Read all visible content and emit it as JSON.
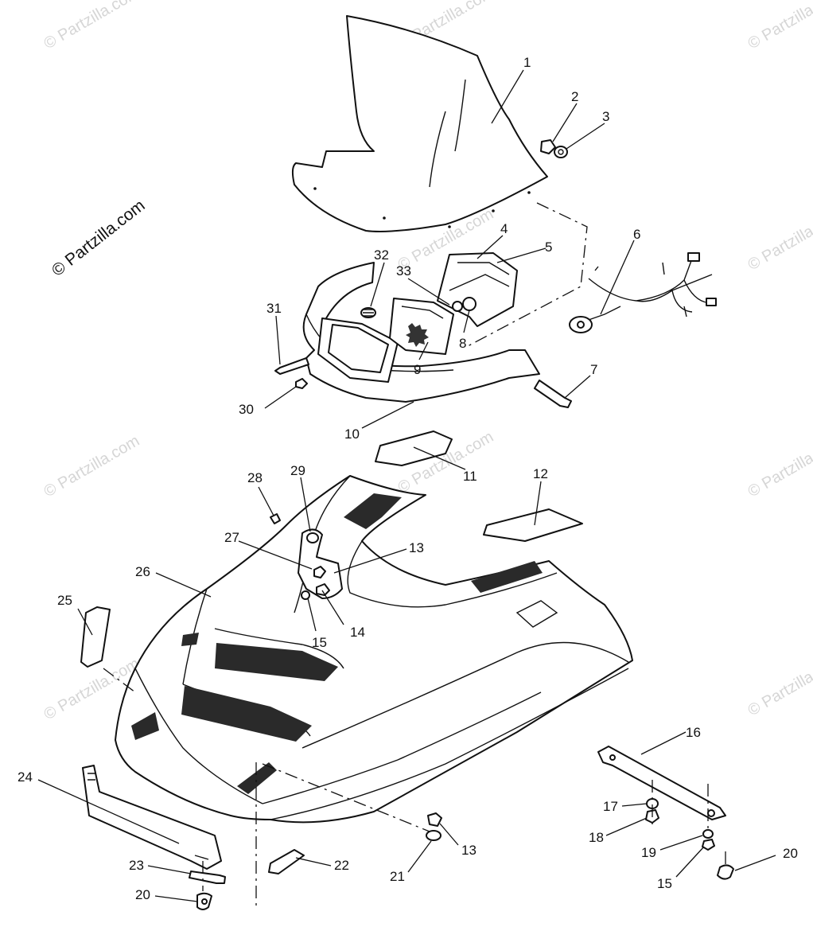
{
  "watermark": {
    "main": "© Partzilla.com",
    "tile": "© Partzilla.com"
  },
  "callouts": [
    {
      "id": "1",
      "label": "1"
    },
    {
      "id": "2",
      "label": "2"
    },
    {
      "id": "3",
      "label": "3"
    },
    {
      "id": "4",
      "label": "4"
    },
    {
      "id": "5",
      "label": "5"
    },
    {
      "id": "6",
      "label": "6"
    },
    {
      "id": "7",
      "label": "7"
    },
    {
      "id": "8",
      "label": "8"
    },
    {
      "id": "9",
      "label": "9"
    },
    {
      "id": "10",
      "label": "10"
    },
    {
      "id": "11",
      "label": "11"
    },
    {
      "id": "12",
      "label": "12"
    },
    {
      "id": "13a",
      "label": "13"
    },
    {
      "id": "13b",
      "label": "13"
    },
    {
      "id": "14",
      "label": "14"
    },
    {
      "id": "15a",
      "label": "15"
    },
    {
      "id": "15b",
      "label": "15"
    },
    {
      "id": "16",
      "label": "16"
    },
    {
      "id": "17",
      "label": "17"
    },
    {
      "id": "18",
      "label": "18"
    },
    {
      "id": "19",
      "label": "19"
    },
    {
      "id": "20a",
      "label": "20"
    },
    {
      "id": "20b",
      "label": "20"
    },
    {
      "id": "21",
      "label": "21"
    },
    {
      "id": "22",
      "label": "22"
    },
    {
      "id": "23",
      "label": "23"
    },
    {
      "id": "24",
      "label": "24"
    },
    {
      "id": "25",
      "label": "25"
    },
    {
      "id": "26",
      "label": "26"
    },
    {
      "id": "27",
      "label": "27"
    },
    {
      "id": "28",
      "label": "28"
    },
    {
      "id": "29",
      "label": "29"
    },
    {
      "id": "30",
      "label": "30"
    },
    {
      "id": "31",
      "label": "31"
    },
    {
      "id": "32",
      "label": "32"
    },
    {
      "id": "33",
      "label": "33"
    }
  ]
}
